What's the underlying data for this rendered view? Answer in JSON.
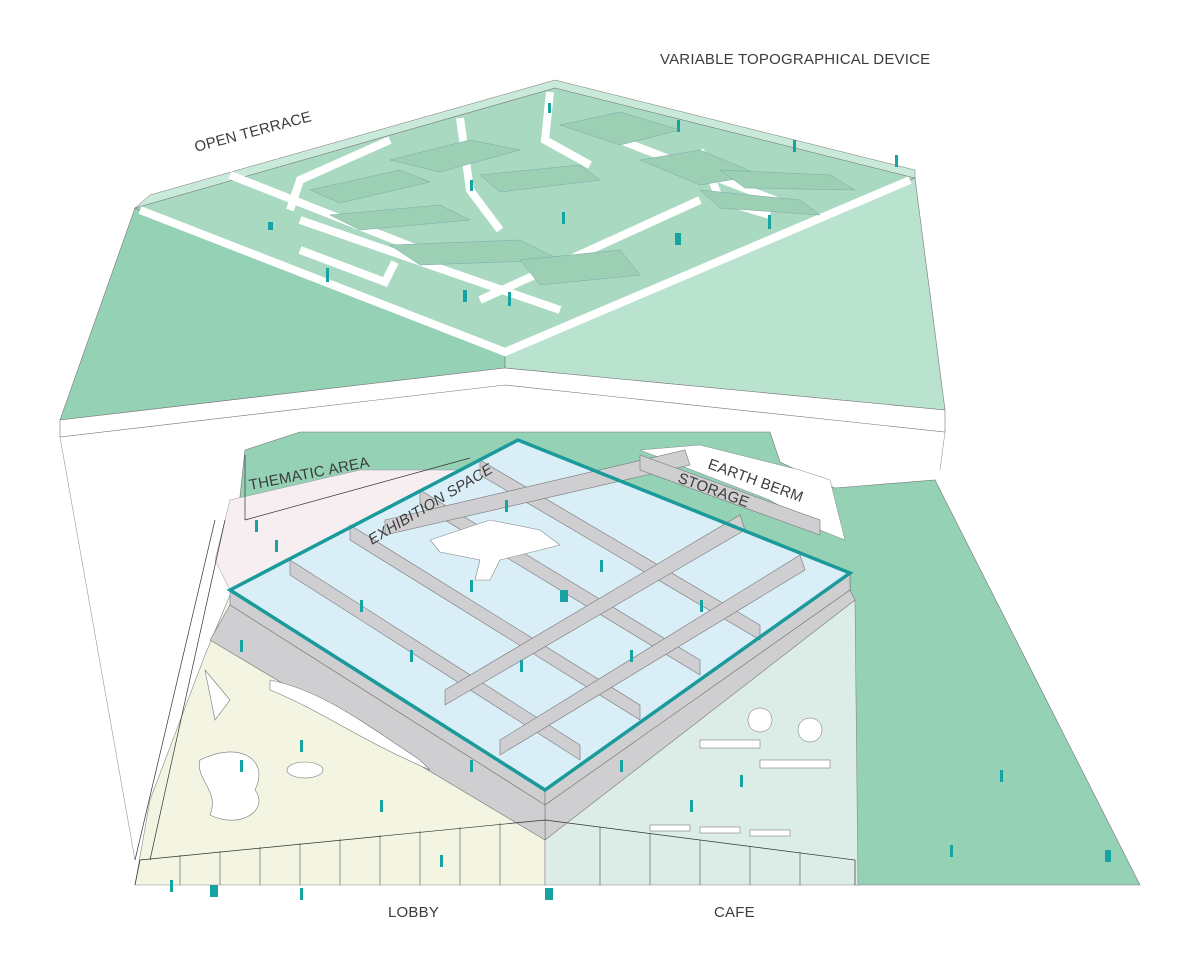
{
  "labels": {
    "variable_topographical_device": "VARIABLE TOPOGRAPHICAL DEVICE",
    "open_terrace": "OPEN TERRACE",
    "thematic_area": "THEMATIC AREA",
    "exhibition_space": "EXHIBITION SPACE",
    "earth_berm": "EARTH BERM",
    "storage": "STORAGE",
    "lobby": "LOBBY",
    "cafe": "CAFE"
  },
  "colors": {
    "terrace_green": "#a9d9c0",
    "berm_green": "#94d1b5",
    "light_green": "#b9e2cf",
    "exhibition_outline": "#1a9a9a",
    "exhibition_floor": "#d9eef6",
    "wall_gray": "#cfcfd1",
    "lobby_floor": "#f3f4e1",
    "cafe_floor": "#dcece6",
    "people": "#16a3a1"
  }
}
